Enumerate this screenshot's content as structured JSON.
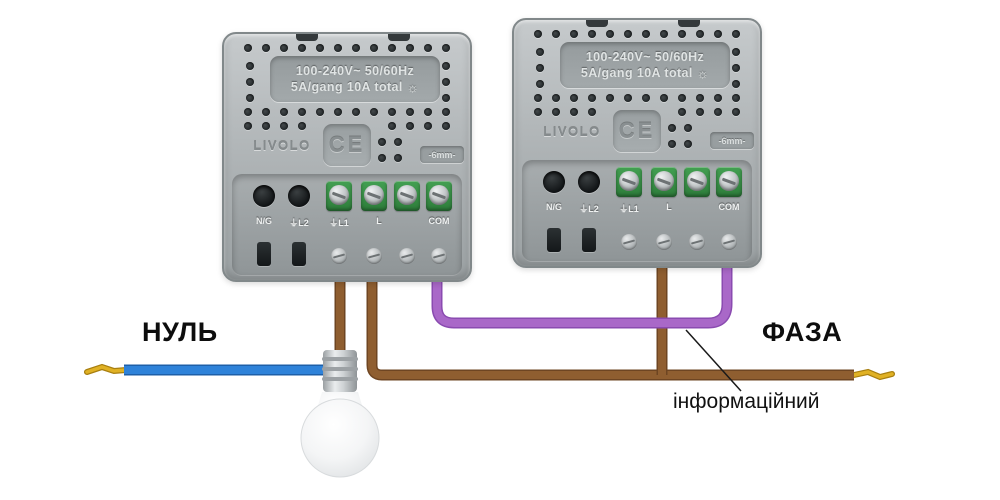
{
  "diagram": {
    "neutral_label": "НУЛЬ",
    "phase_label": "ФАЗА",
    "signal_label": "інформаційний"
  },
  "module": {
    "rating_line1": "100-240V~  50/60Hz",
    "rating_line2": "5A/gang 10A total",
    "brightness_icon": "☼",
    "brand": "LIVOLO",
    "ce_mark": "CE",
    "gauge_badge": "-6mm-",
    "terminals": [
      "N/G",
      "⏚L2",
      "⏚L1",
      "L",
      "COM"
    ]
  },
  "wires": {
    "neutral": "#2e82d9",
    "phase": "#8f5e30",
    "signal": "#a968c8",
    "tip": "#e0b124"
  }
}
